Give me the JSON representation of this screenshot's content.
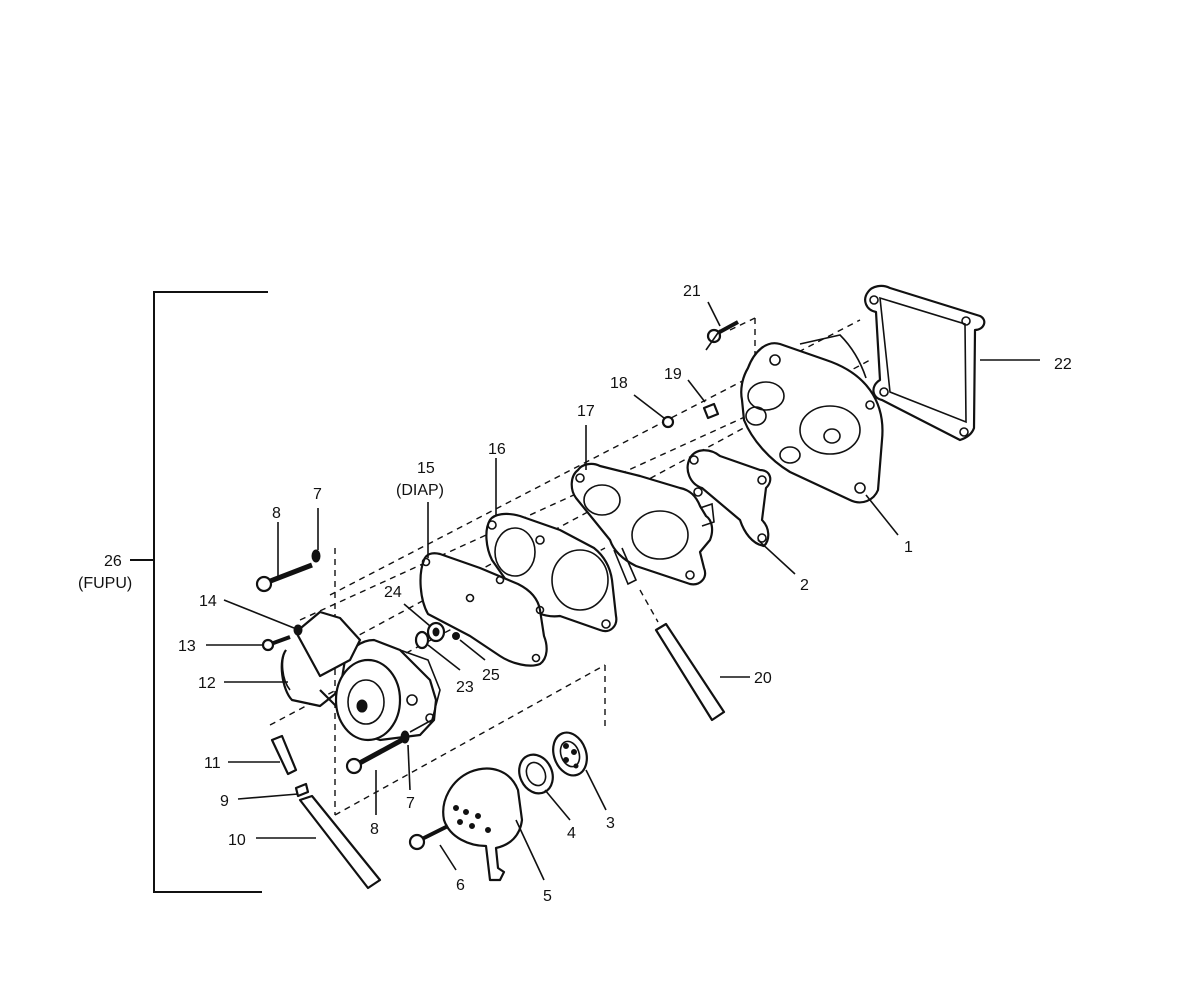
{
  "callouts": [
    {
      "id": "c1",
      "text": "1"
    },
    {
      "id": "c2",
      "text": "2"
    },
    {
      "id": "c3",
      "text": "3"
    },
    {
      "id": "c4",
      "text": "4"
    },
    {
      "id": "c5",
      "text": "5"
    },
    {
      "id": "c6",
      "text": "6"
    },
    {
      "id": "c7a",
      "text": "7"
    },
    {
      "id": "c7b",
      "text": "7"
    },
    {
      "id": "c8a",
      "text": "8"
    },
    {
      "id": "c8b",
      "text": "8"
    },
    {
      "id": "c9",
      "text": "9"
    },
    {
      "id": "c10",
      "text": "10"
    },
    {
      "id": "c11",
      "text": "11"
    },
    {
      "id": "c12",
      "text": "12"
    },
    {
      "id": "c13",
      "text": "13"
    },
    {
      "id": "c14",
      "text": "14"
    },
    {
      "id": "c15",
      "text": "15"
    },
    {
      "id": "c15s",
      "text": "(DIAP)"
    },
    {
      "id": "c16",
      "text": "16"
    },
    {
      "id": "c17",
      "text": "17"
    },
    {
      "id": "c18",
      "text": "18"
    },
    {
      "id": "c19",
      "text": "19"
    },
    {
      "id": "c20",
      "text": "20"
    },
    {
      "id": "c21",
      "text": "21"
    },
    {
      "id": "c22",
      "text": "22"
    },
    {
      "id": "c23",
      "text": "23"
    },
    {
      "id": "c24",
      "text": "24"
    },
    {
      "id": "c25",
      "text": "25"
    },
    {
      "id": "c26",
      "text": "26"
    },
    {
      "id": "c26s",
      "text": "(FUPU)"
    }
  ]
}
